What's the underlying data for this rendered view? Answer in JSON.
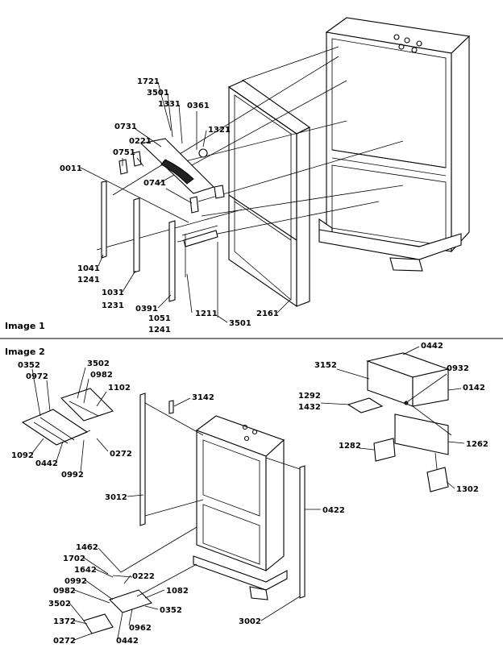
{
  "sections": [
    {
      "id": "image1",
      "title": "Image 1"
    },
    {
      "id": "image2",
      "title": "Image 2"
    }
  ],
  "callouts": {
    "image1": [
      "1721",
      "3501",
      "1331",
      "0361",
      "0731",
      "1321",
      "0221",
      "0751",
      "0011",
      "0741",
      "1041",
      "1241",
      "1031",
      "1231",
      "0391",
      "1051",
      "1241",
      "1211",
      "3501",
      "2161"
    ],
    "image2": [
      "0352",
      "3502",
      "0972",
      "0982",
      "1102",
      "1092",
      "0442",
      "0992",
      "0272",
      "3142",
      "3012",
      "1462",
      "1702",
      "1642",
      "0992",
      "0982",
      "3502",
      "1372",
      "0272",
      "0222",
      "1082",
      "0352",
      "0962",
      "0442",
      "3002",
      "0422",
      "0442",
      "3152",
      "0932",
      "0142",
      "1292",
      "1432",
      "1282",
      "1262",
      "1302"
    ]
  }
}
